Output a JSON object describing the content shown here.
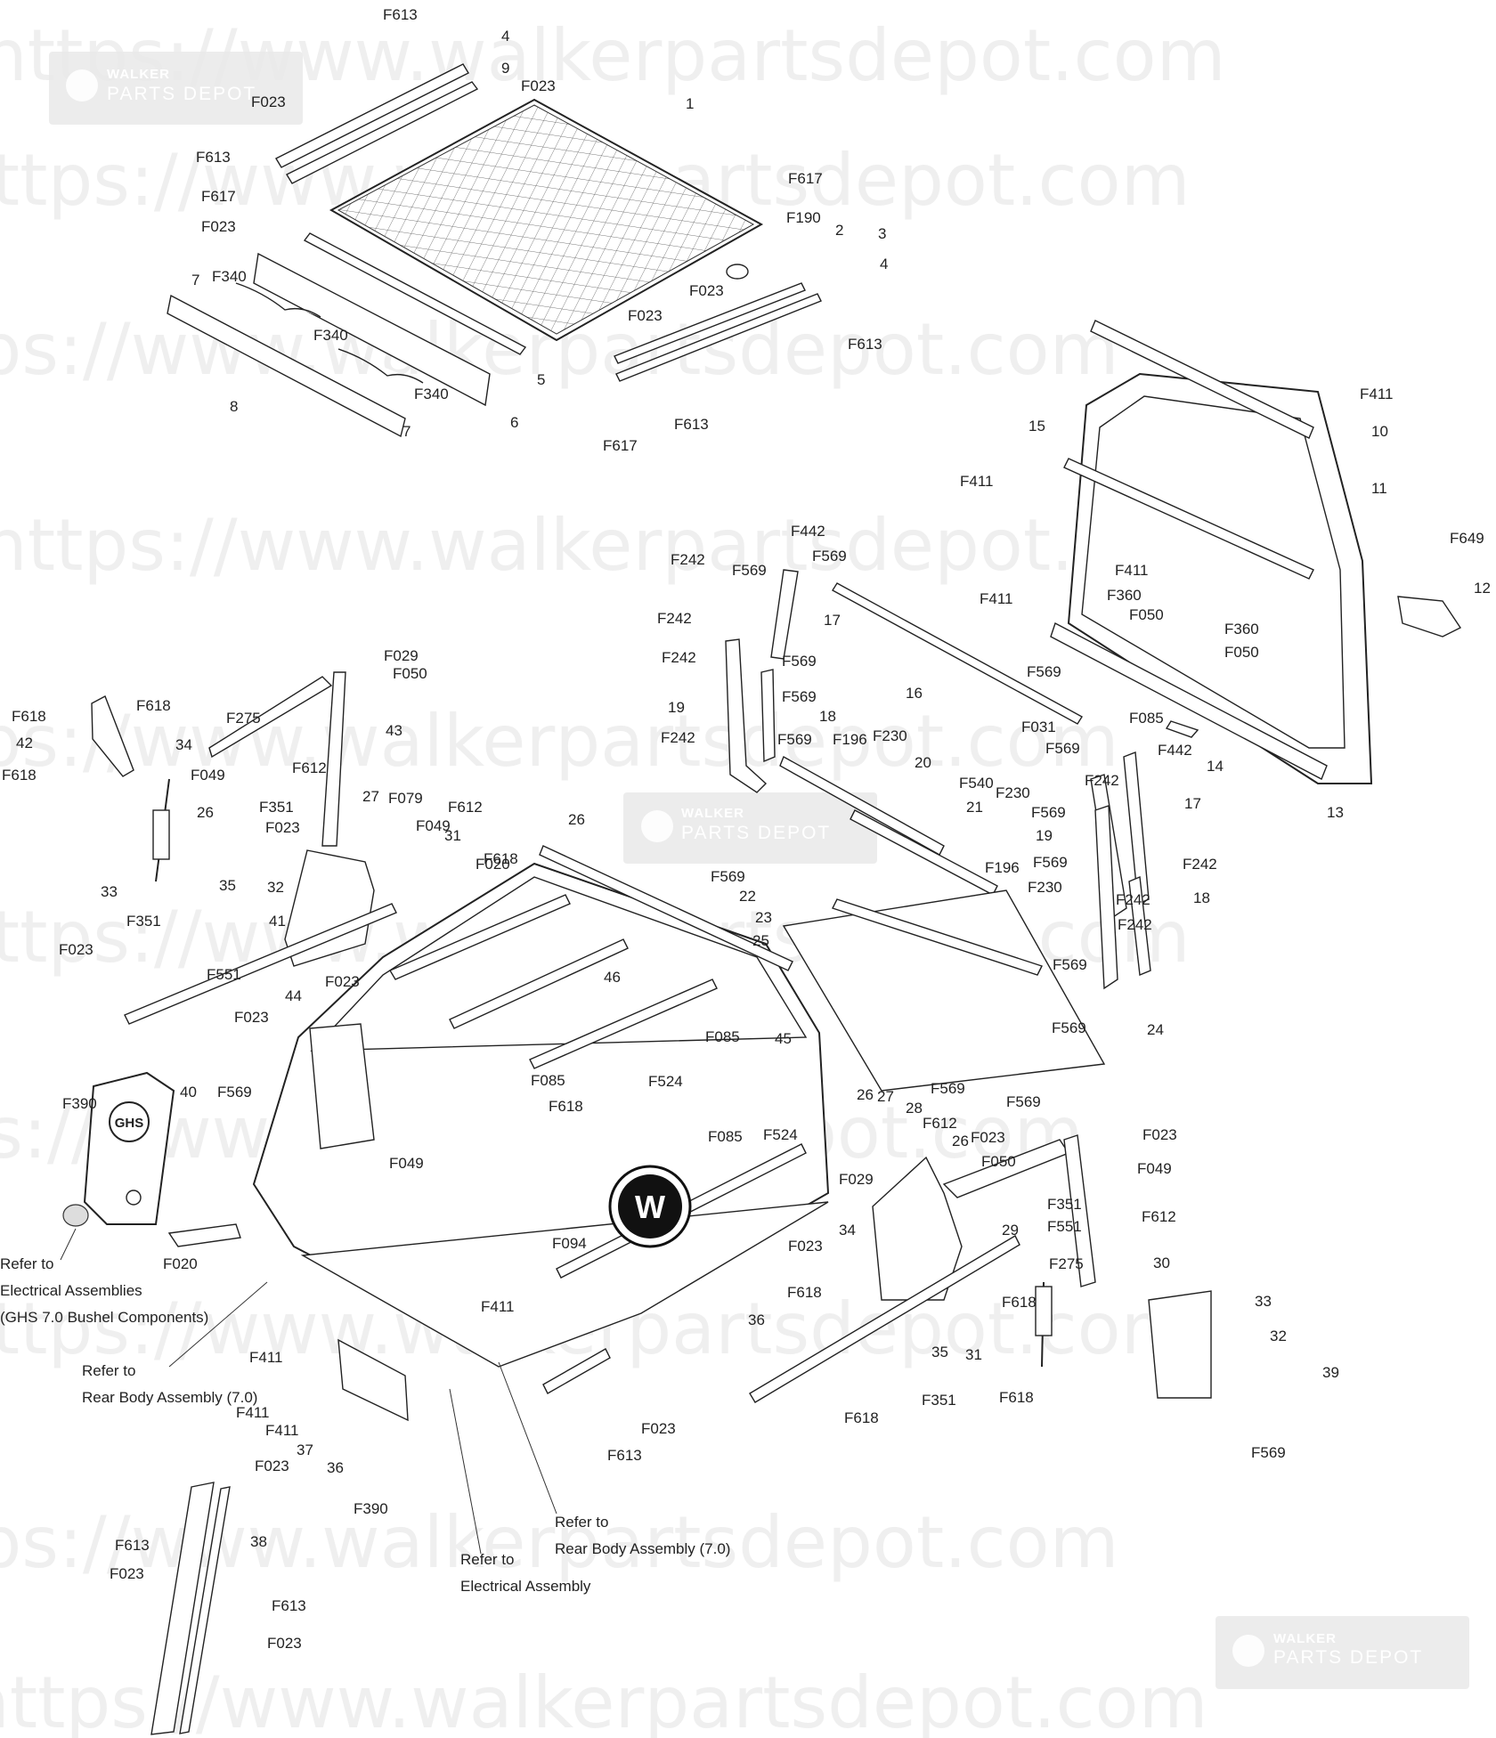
{
  "watermark": {
    "url_text": "https://www.walkerpartsdepot.com",
    "badge_brand": "WALKER",
    "badge_sub": "PARTS DEPOT"
  },
  "callouts": [
    "F613",
    "4",
    "9",
    "F023",
    "1",
    "F023",
    "F613",
    "F617",
    "F023",
    "F617",
    "F190",
    "2",
    "3",
    "F023",
    "4",
    "F613",
    "7",
    "F340",
    "F340",
    "F340",
    "8",
    "7",
    "6",
    "5",
    "F023",
    "F613",
    "F617",
    "F411",
    "10",
    "15",
    "F411",
    "11",
    "F411",
    "F649",
    "12",
    "F442",
    "F569",
    "F242",
    "F569",
    "17",
    "F242",
    "F242",
    "F569",
    "F569",
    "18",
    "19",
    "F242",
    "F411",
    "16",
    "F360",
    "F050",
    "F360",
    "F050",
    "F569",
    "F031",
    "F085",
    "F569",
    "F442",
    "14",
    "13",
    "F569",
    "F196",
    "F230",
    "20",
    "F540",
    "21",
    "F230",
    "F242",
    "17",
    "F569",
    "19",
    "F569",
    "F242",
    "F569",
    "22",
    "23",
    "25",
    "F196",
    "F230",
    "F242",
    "18",
    "F569",
    "F242",
    "F569",
    "24",
    "F569",
    "F569",
    "F029",
    "F050",
    "F618",
    "F618",
    "43",
    "42",
    "34",
    "F275",
    "F618",
    "F049",
    "F612",
    "26",
    "F351",
    "F023",
    "F079",
    "27",
    "26",
    "F049",
    "F612",
    "F020",
    "31",
    "F618",
    "33",
    "35",
    "32",
    "F351",
    "41",
    "F023",
    "F551",
    "F023",
    "44",
    "F023",
    "46",
    "F085",
    "45",
    "F085",
    "F524",
    "F618",
    "F085",
    "F524",
    "F094",
    "36",
    "F390",
    "40",
    "F569",
    "F020",
    "F049",
    "26",
    "27",
    "28",
    "F612",
    "26",
    "F023",
    "F050",
    "F029",
    "F023",
    "F049",
    "34",
    "F351",
    "29",
    "F551",
    "F612",
    "F023",
    "F275",
    "F618",
    "30",
    "F618",
    "33",
    "32",
    "35",
    "31",
    "F351",
    "F618",
    "F618",
    "39",
    "F569",
    "F411",
    "F411",
    "F411",
    "F411",
    "37",
    "36",
    "F390",
    "F023",
    "F613",
    "F023",
    "F613",
    "38",
    "F023",
    "F613",
    "F023"
  ],
  "references": {
    "ref_electrical_ghs": [
      "Refer to",
      "Electrical Assemblies",
      "(GHS 7.0 Bushel Components)"
    ],
    "ref_rear_body_left": [
      "Refer to",
      "Rear Body Assembly (7.0)"
    ],
    "ref_rear_body_center": [
      "Refer to",
      "Rear Body Assembly (7.0)"
    ],
    "ref_electrical_center": [
      "Refer to",
      "Electrical Assembly"
    ]
  },
  "cover_badges": {
    "ghs_panel": "GHS"
  }
}
